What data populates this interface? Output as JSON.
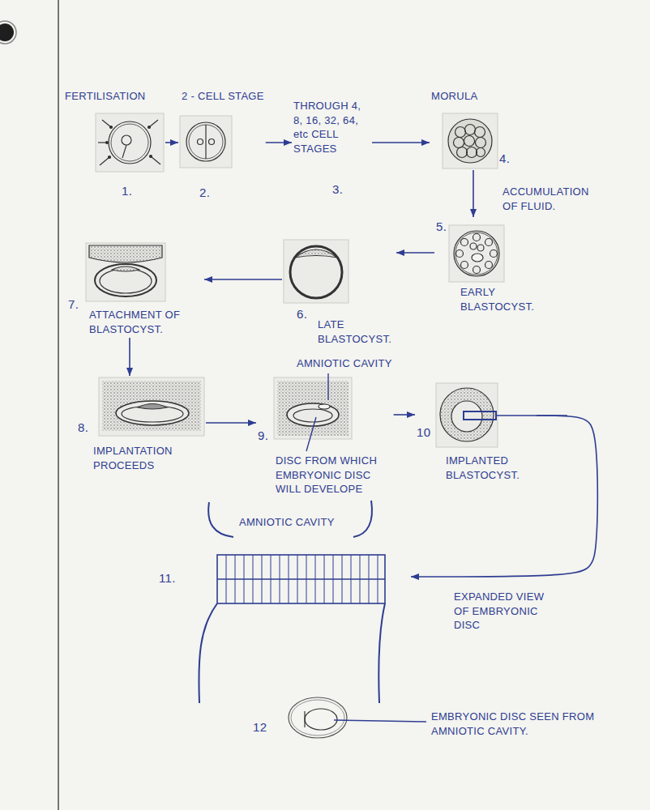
{
  "diagram": {
    "nodes": [
      {
        "text": [
          "FERTILISATION",
          "1."
        ]
      },
      {
        "text": [
          "2 - CELL STAGE",
          "2."
        ]
      },
      {
        "text": [
          "THROUGH 4, 8, 16, 32, 64, etc CELL STAGES",
          "3."
        ]
      },
      {
        "text": [
          "MORULA",
          "4."
        ]
      },
      {
        "text": [
          "5.",
          "EARLY BLASTOCYST."
        ]
      },
      {
        "text": [
          "6.",
          "LATE BLASTOCYST."
        ]
      },
      {
        "text": [
          "7.",
          "ATTACHMENT OF BLASTOCYST."
        ]
      },
      {
        "text": [
          "8.",
          "IMPLANTATION PROCEEDS"
        ]
      },
      {
        "text": [
          "AMNIOTIC CAVITY",
          "9.",
          "DISC FROM WHICH EMBRYONIC DISC WILL DEVELOPE"
        ]
      },
      {
        "text": [
          "10",
          "IMPLANTED BLASTOCYST."
        ]
      },
      {
        "text": [
          "AMNIOTIC CAVITY",
          "11."
        ]
      },
      {
        "text": [
          "12",
          "EMBRYONIC DISC SEEN FROM AMNIOTIC CAVITY."
        ]
      }
    ],
    "edges": [
      {
        "from": 0,
        "to": 1,
        "arrow": "to"
      },
      {
        "from": 1,
        "to": 2,
        "arrow": "to"
      },
      {
        "from": 2,
        "to": 3,
        "arrow": "to"
      },
      {
        "from": 3,
        "to": 4,
        "label": "ACCUMULATION OF FLUID.",
        "arrow": "to"
      },
      {
        "from": 4,
        "to": 5,
        "arrow": "to"
      },
      {
        "from": 5,
        "to": 6,
        "arrow": "to"
      },
      {
        "from": 6,
        "to": 7,
        "arrow": "to"
      },
      {
        "from": 7,
        "to": 8,
        "arrow": "to"
      },
      {
        "from": 8,
        "to": 9,
        "arrow": "to"
      },
      {
        "from": 9,
        "to": 10,
        "label": "EXPANDED VIEW OF EMBRYONIC DISC",
        "arrow": "to"
      }
    ]
  }
}
